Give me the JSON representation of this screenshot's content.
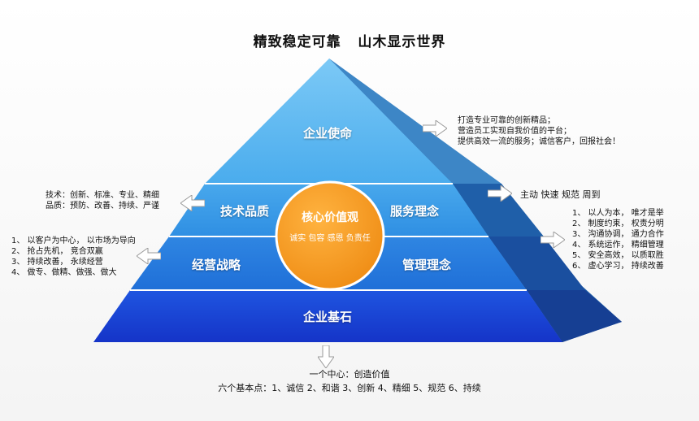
{
  "title": "精致稳定可靠   山木显示世界",
  "pyramid": {
    "top_label": "企业使命",
    "row2_left": "技术品质",
    "row2_right": "服务理念",
    "row3_left": "经营战略",
    "row3_right": "管理理念",
    "base_label": "企业基石",
    "core_title": "核心价值观",
    "core_values": "诚实  包容  感恩  负责任"
  },
  "notes": {
    "mission": [
      "打造专业可靠的创新精品；",
      "营造员工实现自我价值的平台；",
      "提供高效一流的服务；诚信客户，回报社会！"
    ],
    "service": "主动   快速   规范  周到",
    "management": [
      "1、 以人为本， 唯才是举",
      "2、 制度约束， 权责分明",
      "3、 沟通协调， 通力合作",
      "4、 系统运作， 精细管理",
      "5、 安全高效， 以质取胜",
      "6、 虚心学习， 持续改善"
    ],
    "tech_quality": [
      "技术：创新、标准、专业、精细",
      "品质：预防、改善、持续、严谨"
    ],
    "strategy": [
      "1、 以客户为中心， 以市场为导向",
      "2、 抢占先机， 竞合双赢",
      "3、 持续改善， 永续经营",
      "4、 做专、做精、做强、做大"
    ],
    "bottom": [
      "一个中心：创造价值",
      "六个基本点：1、诚信 2、和谐 3、创新 4、精细 5、规范 6、持续"
    ]
  },
  "colors": {
    "top": "#56b7f1",
    "row2": "#3a9be6",
    "row3": "#2a7fe0",
    "base": "#1846d8",
    "core": "#f4961e",
    "side": "#1e5ea8"
  }
}
